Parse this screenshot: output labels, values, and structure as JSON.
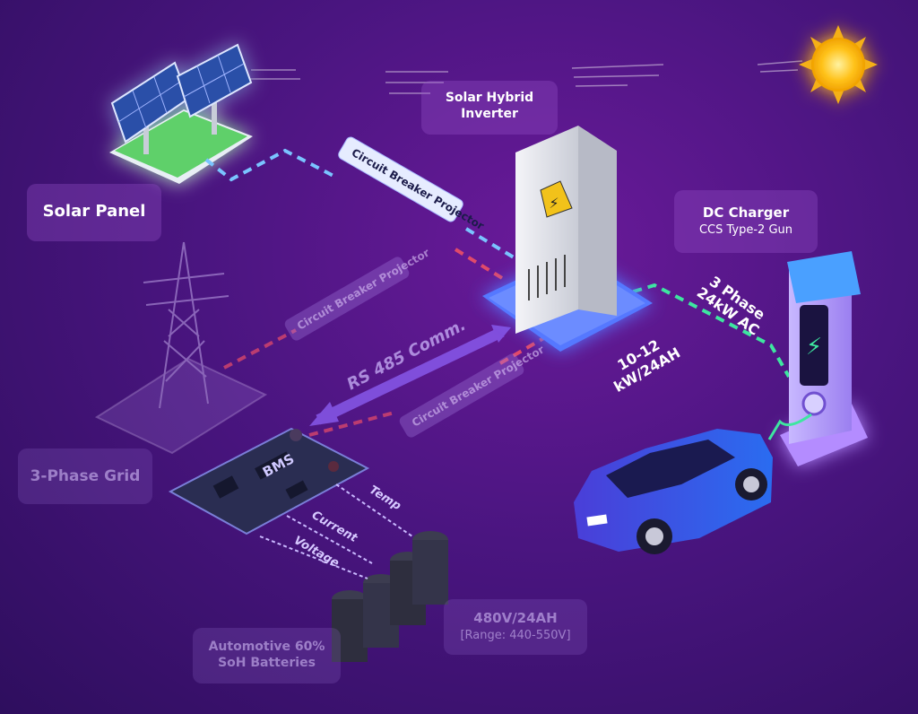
{
  "labels": {
    "solar_panel": "Solar Panel",
    "inverter": "Solar Hybrid Inverter",
    "dc_charger_title": "DC Charger",
    "dc_charger_sub": "CCS Type-2 Gun",
    "grid": "3-Phase Grid",
    "batteries": "Automotive 60% SoH Batteries",
    "battery_spec_title": "480V/24AH",
    "battery_spec_range": "[Range: 440-550V]"
  },
  "connectors": {
    "cbp_top": "Circuit Breaker Projector",
    "cbp_mid": "Circuit Breaker Projector",
    "cbp_low": "Circuit Breaker Projector",
    "rs485": "RS 485 Comm.",
    "three_phase": "3 Phase 24kW AC",
    "inverter_rating": "10-12 kW/24AH",
    "bms": "BMS",
    "temp": "Temp",
    "current": "Current",
    "voltage": "Voltage"
  },
  "colors": {
    "bg": "#4a1580",
    "accent_purple": "#8a5cf0",
    "green_line": "#3ee6a0",
    "red_line": "#e04a6a",
    "blue_line": "#7ac4ff"
  }
}
